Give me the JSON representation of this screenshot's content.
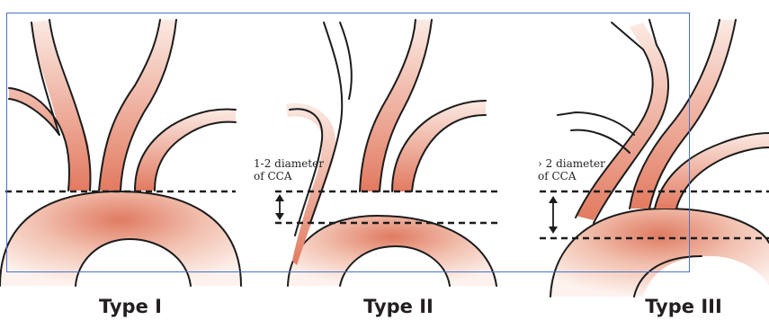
{
  "panels": [
    {
      "caption": "Type I",
      "note_line1": "",
      "note_line2": ""
    },
    {
      "caption": "Type II",
      "note_line1": "1-2 diameter",
      "note_line2": "of CCA"
    },
    {
      "caption": "Type III",
      "note_line1": "› 2 diameter",
      "note_line2": "of CCA"
    }
  ],
  "colors": {
    "vessel_core": "#d9533b",
    "vessel_mid": "#ecab96",
    "vessel_edge": "#fbeae3",
    "outline": "#1c1c1c",
    "frame": "#4a72c4"
  }
}
